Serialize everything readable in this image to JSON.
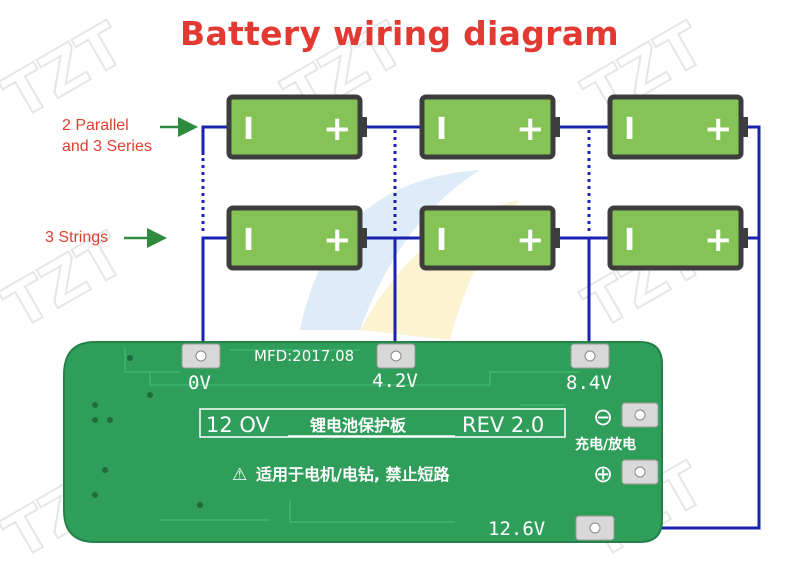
{
  "title": "Battery wiring diagram",
  "labels": {
    "parallel_line1": "2 Parallel",
    "parallel_line2": "and 3 Series",
    "strings": "3 Strings"
  },
  "battery": {
    "neg_symbol": "I",
    "pos_symbol": "+"
  },
  "board": {
    "mfd": "MFD:2017.08",
    "pad_0v": "0V",
    "pad_42v": "4.2V",
    "pad_84v": "8.4V",
    "pad_126v": "12.6V",
    "current": "12 OV",
    "chinese_title": "锂电池保护板",
    "rev": "REV 2.0",
    "charge_discharge": "充电/放电",
    "minus": "⊖",
    "plus": "⊕",
    "warning_icon": "⚠",
    "warning_text": "适用于电机/电钻, 禁止短路"
  },
  "watermark": "TZT",
  "colors": {
    "title": "#e23a33",
    "battery": "#86c356",
    "board": "#2f9e5a",
    "wire": "#1a22b0"
  }
}
